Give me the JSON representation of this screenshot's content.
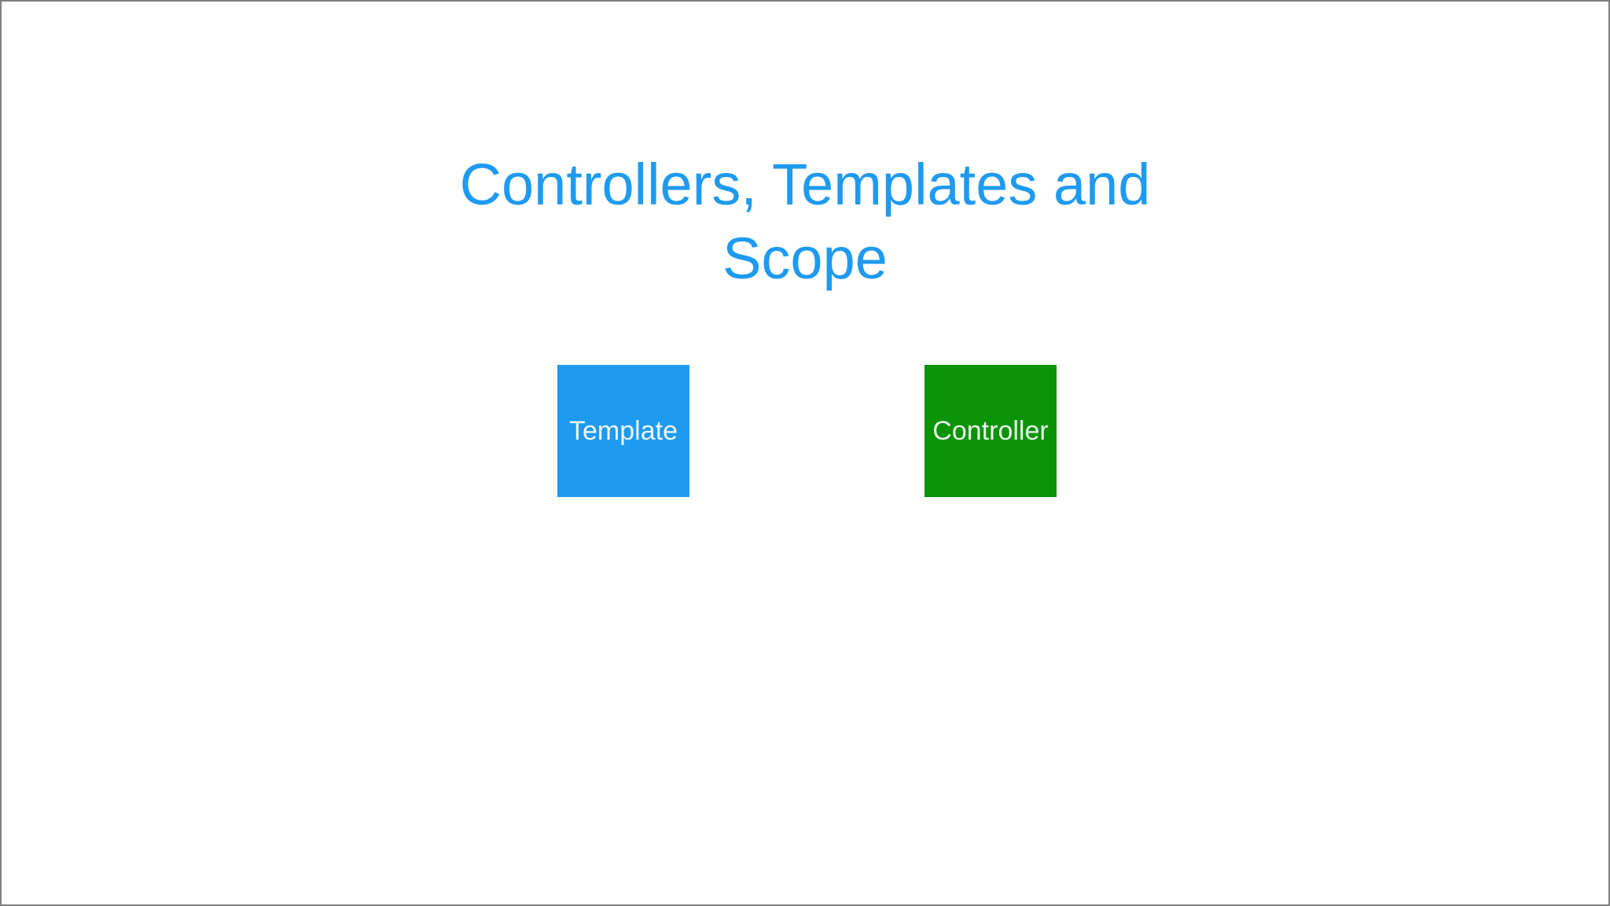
{
  "slide": {
    "title": "Controllers, Templates and Scope",
    "title_color": "#1e9af0",
    "background_color": "#ffffff",
    "frame_color": "#7f7f7f",
    "boxes": [
      {
        "label": "Template",
        "fill_color": "#1e9af0",
        "text_color": "#eef6fd"
      },
      {
        "label": "Controller",
        "fill_color": "#0a9306",
        "text_color": "#eaf5e9"
      }
    ]
  }
}
